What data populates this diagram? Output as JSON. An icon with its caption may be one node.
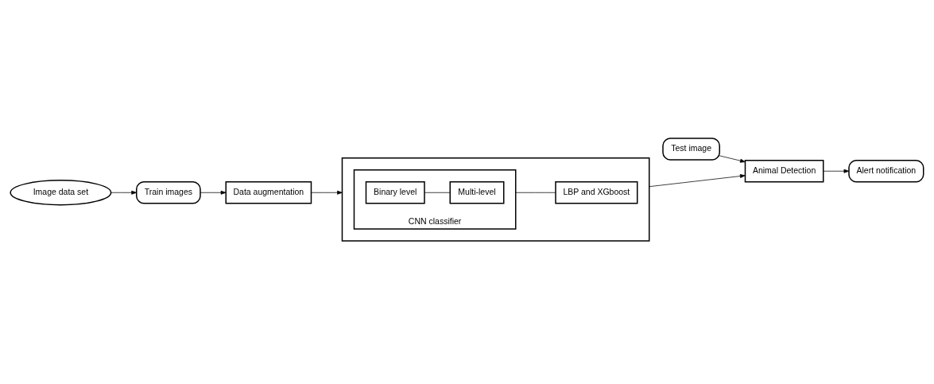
{
  "diagram": {
    "nodes": [
      {
        "text": [
          "Train images"
        ]
      },
      {
        "text": [
          "Image data set"
        ]
      },
      {
        "text": [
          "Data augmentation"
        ]
      },
      {
        "text": [],
        "shape": "box"
      },
      {
        "text": [
          "CNN classifier"
        ],
        "in": 3
      },
      {
        "text": [
          "Binary level"
        ],
        "in": 4
      },
      {
        "text": [
          "Multi-level"
        ],
        "in": 4
      },
      {
        "text": [
          "LBP and XGboost"
        ],
        "in": 3
      },
      {
        "text": [
          "Test image"
        ]
      },
      {
        "text": [
          "Animal Detection"
        ]
      },
      {
        "text": [
          "Alert notification"
        ]
      }
    ],
    "edges": [
      {
        "from": 1,
        "to": 0,
        "arrow": "to"
      },
      {
        "from": 0,
        "to": 2,
        "arrow": "to"
      },
      {
        "from": 2,
        "to": 3,
        "arrow": "to"
      },
      {
        "from": 5,
        "to": 6,
        "arrow": "none"
      },
      {
        "from": 4,
        "to": 7,
        "arrow": "none"
      },
      {
        "from": 3,
        "to": 9,
        "arrow": "to"
      },
      {
        "from": 8,
        "to": 9,
        "arrow": "to"
      },
      {
        "from": 9,
        "to": 10,
        "arrow": "to"
      }
    ]
  }
}
